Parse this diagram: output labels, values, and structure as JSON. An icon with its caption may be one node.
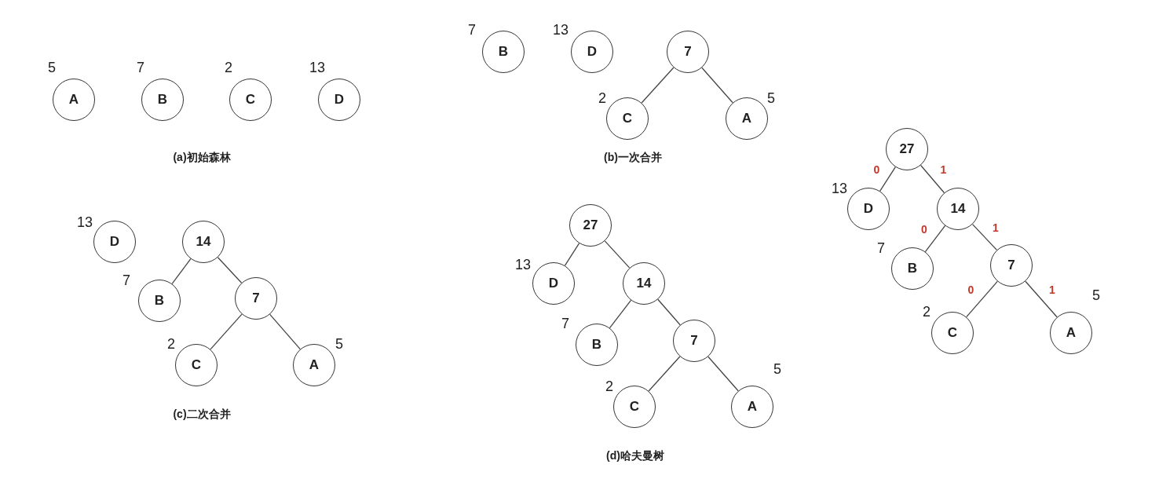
{
  "diagram": {
    "nodes": [
      {
        "text": [
          "A"
        ],
        "beside": [
          "5"
        ]
      },
      {
        "text": [
          "B"
        ],
        "beside": [
          "7"
        ]
      },
      {
        "text": [
          "C"
        ],
        "beside": [
          "2"
        ]
      },
      {
        "text": [
          "D"
        ],
        "beside": [
          "13"
        ]
      },
      {
        "text": [
          "B"
        ],
        "beside": [
          "7"
        ]
      },
      {
        "text": [
          "D"
        ],
        "beside": [
          "13"
        ]
      },
      {
        "text": [
          "7"
        ]
      },
      {
        "text": [
          "C"
        ],
        "beside": [
          "2"
        ]
      },
      {
        "text": [
          "A"
        ],
        "beside": [
          "5"
        ]
      },
      {
        "text": [
          "D"
        ],
        "beside": [
          "13"
        ]
      },
      {
        "text": [
          "14"
        ]
      },
      {
        "text": [
          "B"
        ],
        "beside": [
          "7"
        ]
      },
      {
        "text": [
          "7"
        ]
      },
      {
        "text": [
          "C"
        ],
        "beside": [
          "2"
        ]
      },
      {
        "text": [
          "A"
        ],
        "beside": [
          "5"
        ]
      },
      {
        "text": [
          "27"
        ]
      },
      {
        "text": [
          "D"
        ],
        "beside": [
          "13"
        ]
      },
      {
        "text": [
          "14"
        ]
      },
      {
        "text": [
          "B"
        ],
        "beside": [
          "7"
        ]
      },
      {
        "text": [
          "7"
        ]
      },
      {
        "text": [
          "C"
        ],
        "beside": [
          "2"
        ]
      },
      {
        "text": [
          "A"
        ],
        "beside": [
          "5"
        ]
      },
      {
        "text": [
          "27"
        ]
      },
      {
        "text": [
          "D"
        ],
        "beside": [
          "13"
        ]
      },
      {
        "text": [
          "14"
        ]
      },
      {
        "text": [
          "B"
        ],
        "beside": [
          "7"
        ]
      },
      {
        "text": [
          "7"
        ]
      },
      {
        "text": [
          "C"
        ],
        "beside": [
          "2"
        ]
      },
      {
        "text": [
          "A"
        ],
        "beside": [
          "5"
        ]
      }
    ],
    "edges": [
      {
        "from": 6,
        "to": 7,
        "arrow": "none"
      },
      {
        "from": 6,
        "to": 8,
        "arrow": "none"
      },
      {
        "from": 10,
        "to": 11,
        "arrow": "none"
      },
      {
        "from": 10,
        "to": 12,
        "arrow": "none"
      },
      {
        "from": 12,
        "to": 13,
        "arrow": "none"
      },
      {
        "from": 12,
        "to": 14,
        "arrow": "none"
      },
      {
        "from": 15,
        "to": 16,
        "arrow": "none"
      },
      {
        "from": 15,
        "to": 17,
        "arrow": "none"
      },
      {
        "from": 17,
        "to": 18,
        "arrow": "none"
      },
      {
        "from": 17,
        "to": 19,
        "arrow": "none"
      },
      {
        "from": 19,
        "to": 20,
        "arrow": "none"
      },
      {
        "from": 19,
        "to": 21,
        "arrow": "none"
      },
      {
        "from": 22,
        "to": 23,
        "arrow": "none",
        "label": "0"
      },
      {
        "from": 22,
        "to": 24,
        "arrow": "none",
        "label": "1"
      },
      {
        "from": 24,
        "to": 25,
        "arrow": "none",
        "label": "0"
      },
      {
        "from": 24,
        "to": 26,
        "arrow": "none",
        "label": "1"
      },
      {
        "from": 26,
        "to": 27,
        "arrow": "none",
        "label": "0"
      },
      {
        "from": 26,
        "to": 28,
        "arrow": "none",
        "label": "1"
      }
    ],
    "labels": [
      "(a)初始森林",
      "(b)一次合并",
      "(c)二次合并",
      "(d)哈夫曼树"
    ]
  }
}
